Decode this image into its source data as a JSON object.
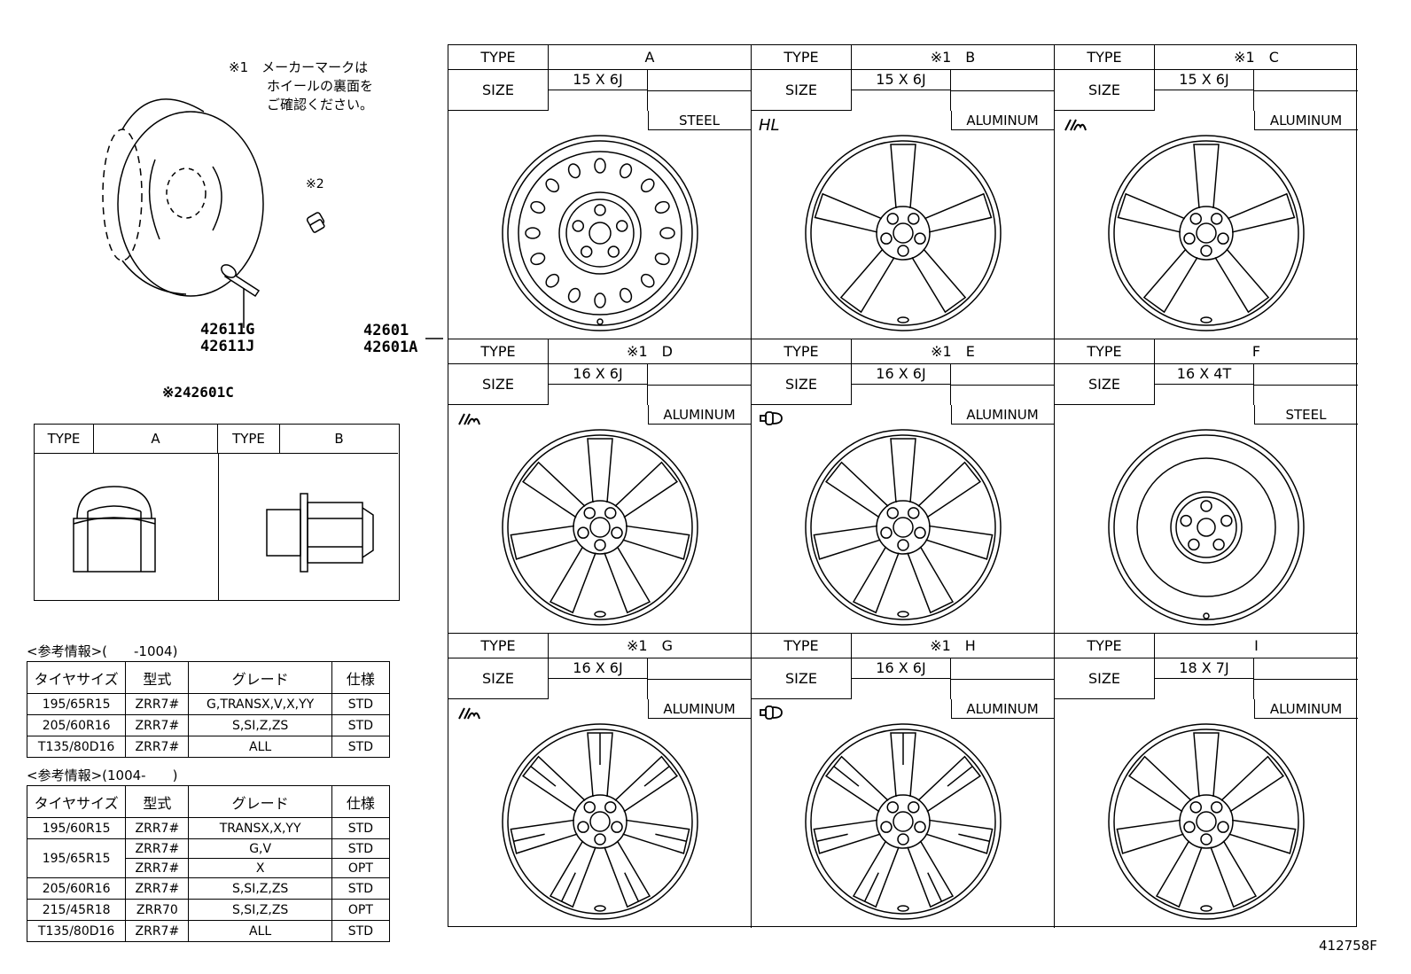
{
  "note_1": [
    "※1　メーカーマークは",
    "ホイールの裏面を",
    "ご確認ください。"
  ],
  "mark_2": "※2",
  "parts": {
    "valve_1": "42611G",
    "valve_2": "42611J",
    "wheel_1": "42601",
    "wheel_2": "42601A",
    "nut": "※242601C"
  },
  "nut_table": {
    "headers": [
      "TYPE",
      "A",
      "TYPE",
      "B"
    ]
  },
  "wheel_grid": [
    {
      "type_label": "TYPE",
      "type": "A",
      "size_label": "SIZE",
      "size": "15 X 6J",
      "material": "STEEL",
      "mark": ""
    },
    {
      "type_label": "TYPE",
      "type": "※1　B",
      "size_label": "SIZE",
      "size": "15 X 6J",
      "material": "ALUMINUM",
      "mark": "HL"
    },
    {
      "type_label": "TYPE",
      "type": "※1　C",
      "size_label": "SIZE",
      "size": "15 X 6J",
      "material": "ALUMINUM",
      "mark": "lm"
    },
    {
      "type_label": "TYPE",
      "type": "※1　D",
      "size_label": "SIZE",
      "size": "16 X 6J",
      "material": "ALUMINUM",
      "mark": "lm"
    },
    {
      "type_label": "TYPE",
      "type": "※1　E",
      "size_label": "SIZE",
      "size": "16 X 6J",
      "material": "ALUMINUM",
      "mark": "bolt"
    },
    {
      "type_label": "TYPE",
      "type": "F",
      "size_label": "SIZE",
      "size": "16 X 4T",
      "material": "STEEL",
      "mark": ""
    },
    {
      "type_label": "TYPE",
      "type": "※1　G",
      "size_label": "SIZE",
      "size": "16 X 6J",
      "material": "ALUMINUM",
      "mark": "lm"
    },
    {
      "type_label": "TYPE",
      "type": "※1　H",
      "size_label": "SIZE",
      "size": "16 X 6J",
      "material": "ALUMINUM",
      "mark": "bolt"
    },
    {
      "type_label": "TYPE",
      "type": "I",
      "size_label": "SIZE",
      "size": "18 X 7J",
      "material": "ALUMINUM",
      "mark": ""
    }
  ],
  "ref_1": {
    "title": "<参考情報>(　　-1004)",
    "headers": [
      "タイヤサイズ",
      "型式",
      "グレード",
      "仕様"
    ],
    "rows": [
      [
        "195/65R15",
        "ZRR7#",
        "G,TRANSX,V,X,YY",
        "STD"
      ],
      [
        "205/60R16",
        "ZRR7#",
        "S,SI,Z,ZS",
        "STD"
      ],
      [
        "T135/80D16",
        "ZRR7#",
        "ALL",
        "STD"
      ]
    ]
  },
  "ref_2": {
    "title": "<参考情報>(1004-　　)",
    "headers": [
      "タイヤサイズ",
      "型式",
      "グレード",
      "仕様"
    ],
    "rows": [
      [
        "195/60R15",
        "ZRR7#",
        "TRANSX,X,YY",
        "STD"
      ],
      [
        "195/65R15",
        "ZRR7#",
        "G,V",
        "STD"
      ],
      [
        "",
        "ZRR7#",
        "X",
        "OPT"
      ],
      [
        "205/60R16",
        "ZRR7#",
        "S,SI,Z,ZS",
        "STD"
      ],
      [
        "215/45R18",
        "ZRR70",
        "S,SI,Z,ZS",
        "OPT"
      ],
      [
        "T135/80D16",
        "ZRR7#",
        "ALL",
        "STD"
      ]
    ]
  },
  "figure_id": "412758F"
}
